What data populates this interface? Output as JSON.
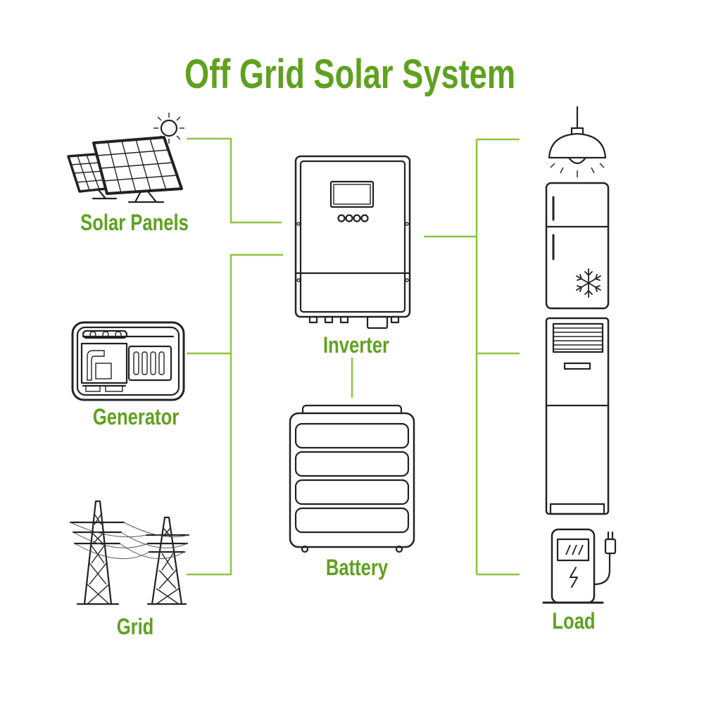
{
  "title": "Off Grid Solar System",
  "labels": {
    "solar_panels": "Solar Panels",
    "generator": "Generator",
    "grid": "Grid",
    "inverter": "Inverter",
    "battery": "Battery",
    "load": "Load"
  },
  "colors": {
    "label_green": "#5fa11e",
    "connector_green": "#8cc63f",
    "line_art": "#222222",
    "background": "#ffffff"
  },
  "icons": [
    "sun-icon",
    "solar-panel-icon",
    "generator-icon",
    "power-tower-icon",
    "inverter-icon",
    "battery-icon",
    "ceiling-lamp-icon",
    "refrigerator-icon",
    "snowflake-icon",
    "air-conditioner-icon",
    "ev-charger-icon"
  ]
}
